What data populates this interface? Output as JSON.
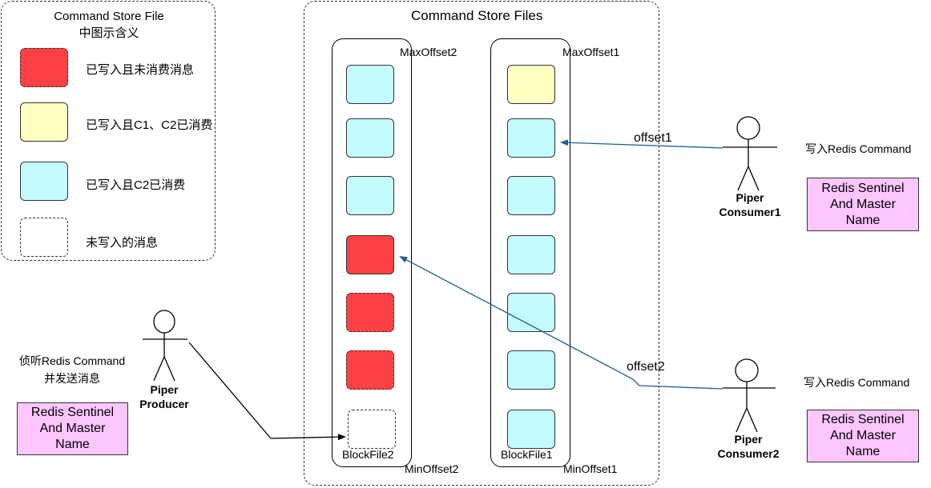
{
  "legend": {
    "title_line1": "Command Store File",
    "title_line2": "中图示含义",
    "items": [
      {
        "label": "已写入且未消费消息",
        "color": "#fb4144"
      },
      {
        "label": "已写入且C1、C2已消费",
        "color": "#ffffc2"
      },
      {
        "label": "已写入且C2已消费",
        "color": "#c4fbff"
      },
      {
        "label": "未写入的消息",
        "color": "none"
      }
    ]
  },
  "store": {
    "title": "Command Store Files",
    "file2": {
      "name": "BlockFile2",
      "max_offset": "MaxOffset2",
      "min_offset": "MinOffset2"
    },
    "file1": {
      "name": "BlockFile1",
      "max_offset": "MaxOffset1",
      "min_offset": "MinOffset1"
    }
  },
  "producer": {
    "name_line1": "Piper",
    "name_line2": "Producer",
    "action_line1": "侦听Redis Command",
    "action_line2": "并发送消息",
    "box": [
      "Redis Sentinel",
      "And Master",
      "Name"
    ]
  },
  "consumer1": {
    "name_line1": "Piper",
    "name_line2": "Consumer1",
    "action": "写入Redis Command",
    "offset": "offset1",
    "box": [
      "Redis Sentinel",
      "And Master",
      "Name"
    ]
  },
  "consumer2": {
    "name_line1": "Piper",
    "name_line2": "Consumer2",
    "action": "写入Redis Command",
    "offset": "offset2",
    "box": [
      "Redis Sentinel",
      "And Master",
      "Name"
    ]
  },
  "colors": {
    "red": "#fb4144",
    "yellow": "#ffffc2",
    "cyan": "#c4fbff",
    "pink": "#fcc6ff",
    "arrow_blue": "#1f5f95"
  }
}
